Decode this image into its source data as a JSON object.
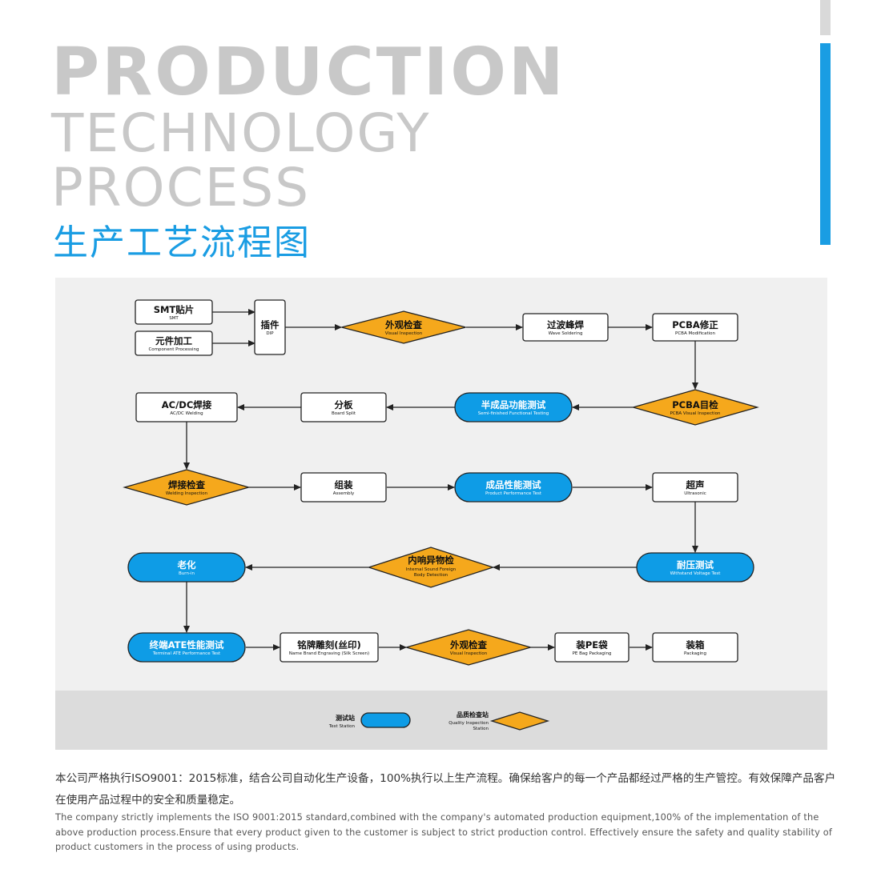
{
  "header": {
    "title_line1": "PRODUCTION",
    "title_line2": "TECHNOLOGY",
    "title_line3": "PROCESS",
    "title_cn": "生产工艺流程图"
  },
  "colors": {
    "accent_blue": "#1a9de3",
    "station_blue": "#0e9ce6",
    "inspection_orange": "#f5a81c",
    "title_gray": "#c8c8c8"
  },
  "nodes": [
    {
      "id": "smt",
      "shape": "box",
      "cn": "SMT贴片",
      "en": "SMT"
    },
    {
      "id": "component",
      "shape": "box",
      "cn": "元件加工",
      "en": "Component Processing"
    },
    {
      "id": "dip",
      "shape": "box",
      "cn": "插件",
      "en": "DIP"
    },
    {
      "id": "visual1",
      "shape": "diamond",
      "cn": "外观检查",
      "en": "Visual Inspection"
    },
    {
      "id": "wave",
      "shape": "box",
      "cn": "过波峰焊",
      "en": "Wave Soldering"
    },
    {
      "id": "pcba_mod",
      "shape": "box",
      "cn": "PCBA修正",
      "en": "PCBA Modification"
    },
    {
      "id": "pcba_vis",
      "shape": "diamond",
      "cn": "PCBA目检",
      "en": "PCBA Visual Inspection"
    },
    {
      "id": "semi",
      "shape": "pill",
      "cn": "半成品功能测试",
      "en": "Semi-finished Functional Testing"
    },
    {
      "id": "split",
      "shape": "box",
      "cn": "分板",
      "en": "Board Split"
    },
    {
      "id": "acdc",
      "shape": "box",
      "cn": "AC/DC焊接",
      "en": "AC/DC Welding"
    },
    {
      "id": "weld_insp",
      "shape": "diamond",
      "cn": "焊接检查",
      "en": "Welding Inspection"
    },
    {
      "id": "assembly",
      "shape": "box",
      "cn": "组装",
      "en": "Assembly"
    },
    {
      "id": "perf",
      "shape": "pill",
      "cn": "成品性能测试",
      "en": "Product Performance Test"
    },
    {
      "id": "ultra",
      "shape": "box",
      "cn": "超声",
      "en": "Ultrasonic"
    },
    {
      "id": "withstand",
      "shape": "pill",
      "cn": "耐压测试",
      "en": "Withstand Voltage Test"
    },
    {
      "id": "noise",
      "shape": "diamond",
      "cn": "内响异物检",
      "en": "Internal Sound Foreign",
      "en2": "Body Detection"
    },
    {
      "id": "burnin",
      "shape": "pill",
      "cn": "老化",
      "en": "Burn-in"
    },
    {
      "id": "ate",
      "shape": "pill",
      "cn": "终端ATE性能测试",
      "en": "Terminal ATE Performance Test"
    },
    {
      "id": "engrave",
      "shape": "box",
      "cn": "铭牌雕刻(丝印)",
      "en": "Name Brand Engraving (Silk Screen)"
    },
    {
      "id": "visual2",
      "shape": "diamond",
      "cn": "外观检查",
      "en": "Visual Inspection"
    },
    {
      "id": "pe_bag",
      "shape": "box",
      "cn": "装PE袋",
      "en": "PE Bag Packaging"
    },
    {
      "id": "packing",
      "shape": "box",
      "cn": "装箱",
      "en": "Packaging"
    }
  ],
  "edges": [
    [
      "smt",
      "dip"
    ],
    [
      "component",
      "dip"
    ],
    [
      "dip",
      "visual1"
    ],
    [
      "visual1",
      "wave"
    ],
    [
      "wave",
      "pcba_mod"
    ],
    [
      "pcba_mod",
      "pcba_vis"
    ],
    [
      "pcba_vis",
      "semi"
    ],
    [
      "semi",
      "split"
    ],
    [
      "split",
      "acdc"
    ],
    [
      "acdc",
      "weld_insp"
    ],
    [
      "weld_insp",
      "assembly"
    ],
    [
      "assembly",
      "perf"
    ],
    [
      "perf",
      "ultra"
    ],
    [
      "ultra",
      "withstand"
    ],
    [
      "withstand",
      "noise"
    ],
    [
      "noise",
      "burnin"
    ],
    [
      "burnin",
      "ate"
    ],
    [
      "ate",
      "engrave"
    ],
    [
      "engrave",
      "visual2"
    ],
    [
      "visual2",
      "pe_bag"
    ],
    [
      "pe_bag",
      "packing"
    ]
  ],
  "legend": {
    "station_cn": "测试站",
    "station_en": "Test Station",
    "inspection_cn": "品质检查站",
    "inspection_en1": "Quality Inspection",
    "inspection_en2": "Station"
  },
  "footer": {
    "cn_text": "本公司严格执行ISO9001：2015标准，结合公司自动化生产设备，100%执行以上生产流程。确保给客户的每一个产品都经过严格的生产管控。有效保障产品客户在使用产品过程中的安全和质量稳定。",
    "en_text": "The company strictly implements the ISO 9001:2015 standard,combined with the company's automated production equipment,100% of the implementation of the above production process.Ensure that every product given to the customer is subject to strict production control. Effectively ensure the safety and quality stability of product customers in the process of using products."
  }
}
